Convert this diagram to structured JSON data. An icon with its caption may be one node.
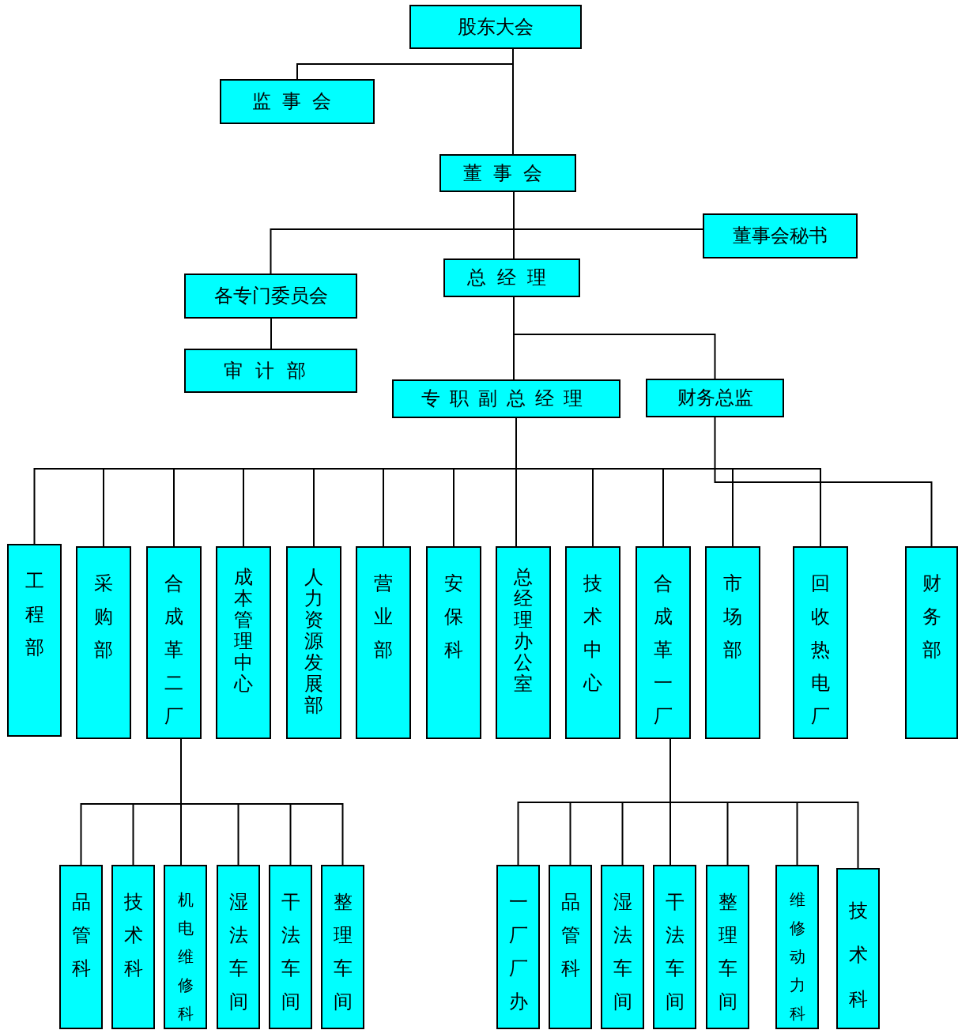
{
  "diagram": {
    "nodes": [
      {
        "text": [
          "股东大会"
        ]
      },
      {
        "text": [
          "监事会"
        ]
      },
      {
        "text": [
          "董事会"
        ]
      },
      {
        "text": [
          "董事会秘书"
        ]
      },
      {
        "text": [
          "各专门委员会"
        ]
      },
      {
        "text": [
          "总经理"
        ]
      },
      {
        "text": [
          "审计部"
        ]
      },
      {
        "text": [
          "专职副总经理"
        ]
      },
      {
        "text": [
          "财务总监"
        ]
      },
      {
        "text": [
          "工程部"
        ]
      },
      {
        "text": [
          "采购部"
        ]
      },
      {
        "text": [
          "合成革二厂"
        ]
      },
      {
        "text": [
          "成本管理中心"
        ]
      },
      {
        "text": [
          "人力资源发展部"
        ]
      },
      {
        "text": [
          "营业部"
        ]
      },
      {
        "text": [
          "安保科"
        ]
      },
      {
        "text": [
          "总经理办公室"
        ]
      },
      {
        "text": [
          "技术中心"
        ]
      },
      {
        "text": [
          "合成革一厂"
        ]
      },
      {
        "text": [
          "市场部"
        ]
      },
      {
        "text": [
          "回收热电厂"
        ]
      },
      {
        "text": [
          "财务部"
        ]
      },
      {
        "text": [
          "品管科"
        ]
      },
      {
        "text": [
          "技术科"
        ]
      },
      {
        "text": [
          "机电维修科"
        ]
      },
      {
        "text": [
          "湿法车间"
        ]
      },
      {
        "text": [
          "干法车间"
        ]
      },
      {
        "text": [
          "整理车间"
        ]
      },
      {
        "text": [
          "一厂厂办"
        ]
      },
      {
        "text": [
          "品管科"
        ]
      },
      {
        "text": [
          "湿法车间"
        ]
      },
      {
        "text": [
          "干法车间"
        ]
      },
      {
        "text": [
          "整理车间"
        ]
      },
      {
        "text": [
          "维修动力科"
        ]
      },
      {
        "text": [
          "技术科"
        ]
      }
    ],
    "edges": [
      {
        "from": 0,
        "to": 1,
        "arrow": "none"
      },
      {
        "from": 0,
        "to": 2,
        "arrow": "none"
      },
      {
        "from": 2,
        "to": 3,
        "arrow": "none"
      },
      {
        "from": 2,
        "to": 4,
        "arrow": "none"
      },
      {
        "from": 2,
        "to": 5,
        "arrow": "none"
      },
      {
        "from": 4,
        "to": 6,
        "arrow": "none"
      },
      {
        "from": 5,
        "to": 7,
        "arrow": "none"
      },
      {
        "from": 5,
        "to": 8,
        "arrow": "none"
      },
      {
        "from": 8,
        "to": 21,
        "arrow": "none"
      },
      {
        "from": 7,
        "to": 9,
        "arrow": "none"
      },
      {
        "from": 7,
        "to": 10,
        "arrow": "none"
      },
      {
        "from": 7,
        "to": 11,
        "arrow": "none"
      },
      {
        "from": 7,
        "to": 12,
        "arrow": "none"
      },
      {
        "from": 7,
        "to": 13,
        "arrow": "none"
      },
      {
        "from": 7,
        "to": 14,
        "arrow": "none"
      },
      {
        "from": 7,
        "to": 15,
        "arrow": "none"
      },
      {
        "from": 7,
        "to": 16,
        "arrow": "none"
      },
      {
        "from": 7,
        "to": 17,
        "arrow": "none"
      },
      {
        "from": 7,
        "to": 18,
        "arrow": "none"
      },
      {
        "from": 7,
        "to": 19,
        "arrow": "none"
      },
      {
        "from": 7,
        "to": 20,
        "arrow": "none"
      },
      {
        "from": 11,
        "to": 22,
        "arrow": "none"
      },
      {
        "from": 11,
        "to": 23,
        "arrow": "none"
      },
      {
        "from": 11,
        "to": 24,
        "arrow": "none"
      },
      {
        "from": 11,
        "to": 25,
        "arrow": "none"
      },
      {
        "from": 11,
        "to": 26,
        "arrow": "none"
      },
      {
        "from": 11,
        "to": 27,
        "arrow": "none"
      },
      {
        "from": 18,
        "to": 28,
        "arrow": "none"
      },
      {
        "from": 18,
        "to": 29,
        "arrow": "none"
      },
      {
        "from": 18,
        "to": 30,
        "arrow": "none"
      },
      {
        "from": 18,
        "to": 31,
        "arrow": "none"
      },
      {
        "from": 18,
        "to": 32,
        "arrow": "none"
      },
      {
        "from": 18,
        "to": 33,
        "arrow": "none"
      },
      {
        "from": 18,
        "to": 34,
        "arrow": "none"
      }
    ]
  }
}
